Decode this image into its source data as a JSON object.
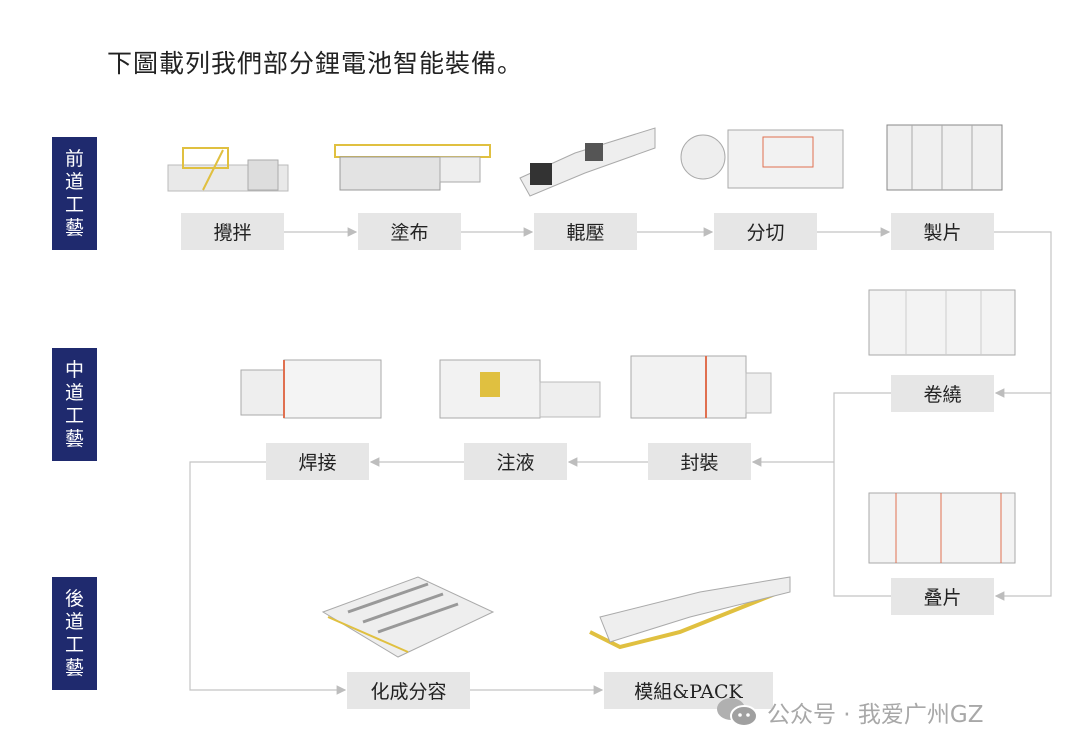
{
  "title": "下圖載列我們部分鋰電池智能裝備。",
  "stages": [
    {
      "chars": [
        "前",
        "道",
        "工",
        "藝"
      ]
    },
    {
      "chars": [
        "中",
        "道",
        "工",
        "藝"
      ]
    },
    {
      "chars": [
        "後",
        "道",
        "工",
        "藝"
      ]
    }
  ],
  "steps": {
    "mixing": "攪拌",
    "coating": "塗布",
    "rolling": "輥壓",
    "slitting": "分切",
    "tab_forming": "製片",
    "winding": "卷繞",
    "stacking": "叠片",
    "sealing": "封裝",
    "filling": "注液",
    "welding": "焊接",
    "formation": "化成分容",
    "pack": "模組&PACK"
  },
  "watermark": "公众号 · 我爱广州GZ",
  "colors": {
    "stage_bg": "#1f2a6e",
    "box_bg": "#e6e6e6",
    "line": "#bdbdbd"
  }
}
